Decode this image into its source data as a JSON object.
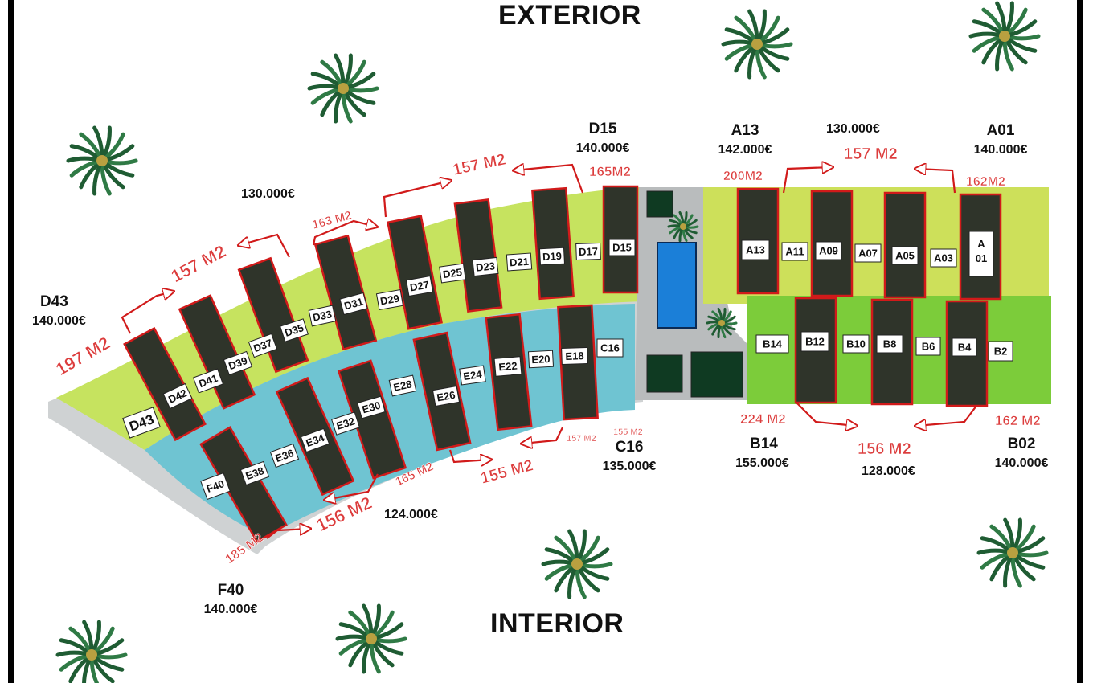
{
  "headings": {
    "top": "EXTERIOR",
    "bottom": "INTERIOR"
  },
  "colors": {
    "zone_d": "#c6e35f",
    "zone_ef": "#6fc4d2",
    "zone_a": "#cde05a",
    "zone_b": "#7ccc3a",
    "unit": "#2f342a",
    "unit_border": "#d11a1a",
    "label_red": "#dc3c3c"
  },
  "units": {
    "d43": "D43",
    "d42": "D42",
    "d41": "D41",
    "d39": "D39",
    "d37": "D37",
    "d35": "D35",
    "d33": "D33",
    "d31": "D31",
    "d29": "D29",
    "d27": "D27",
    "d25": "D25",
    "d23": "D23",
    "d21": "D21",
    "d19": "D19",
    "d17": "D17",
    "d15": "D15",
    "f40": "F40",
    "e38": "E38",
    "e36": "E36",
    "e34": "E34",
    "e32": "E32",
    "e30": "E30",
    "e28": "E28",
    "e26": "E26",
    "e24": "E24",
    "e22": "E22",
    "e20": "E20",
    "e18": "E18",
    "c16": "C16",
    "a13": "A13",
    "a11": "A11",
    "a09": "A09",
    "a07": "A07",
    "a05": "A05",
    "a03": "A03",
    "a01_l1": "A",
    "a01_l2": "01",
    "b14": "B14",
    "b12": "B12",
    "b10": "B10",
    "b8": "B8",
    "b6": "B6",
    "b4": "B4",
    "b2": "B2"
  },
  "areas": {
    "a197": "197 M2",
    "a157_left": "157 M2",
    "a163": "163 M2",
    "a157_mid": "157 M2",
    "a165_top": "165M2",
    "a200": "200M2",
    "a157_right": "157 M2",
    "a162_top": "162M2",
    "a155_small": "155 M2",
    "a157_small": "157 M2",
    "a155_big": "155 M2",
    "a165_bot": "165 M2",
    "a156_left": "156 M2",
    "a185": "185 M2",
    "a224": "224 M2",
    "a156_right": "156 M2",
    "a162_bot": "162 M2"
  },
  "callouts": {
    "d15": {
      "code": "D15",
      "price": "140.000€"
    },
    "a13": {
      "code": "A13",
      "price": "142.000€"
    },
    "a01": {
      "code": "A01",
      "price": "140.000€"
    },
    "d43": {
      "code": "D43",
      "price": "140.000€"
    },
    "c16": {
      "code": "C16",
      "price": "135.000€"
    },
    "b14": {
      "code": "B14",
      "price": "155.000€"
    },
    "b02": {
      "code": "B02",
      "price": "140.000€"
    },
    "f40": {
      "code": "F40",
      "price": "140.000€"
    }
  },
  "prices": {
    "top_mid": "130.000€",
    "top_left": "130.000€",
    "bottom_mid": "124.000€",
    "bottom_right": "128.000€"
  }
}
